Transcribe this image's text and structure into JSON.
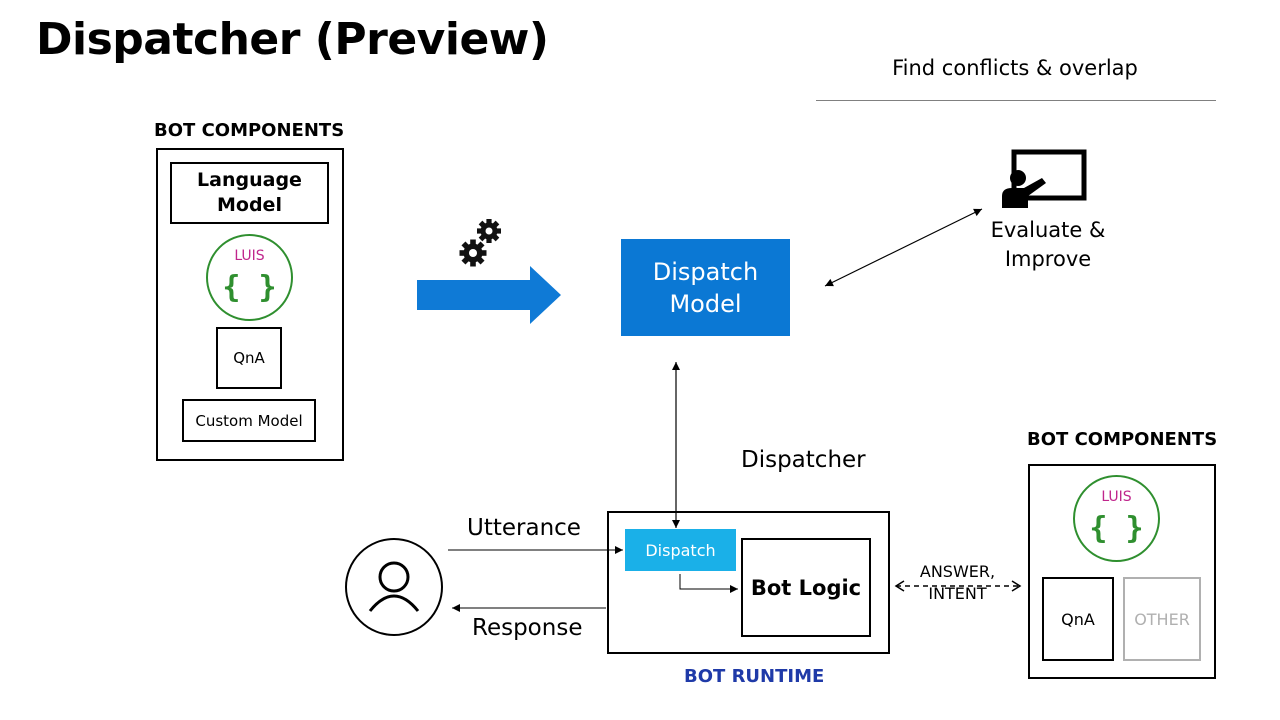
{
  "slide": {
    "title": "Dispatcher (Preview)",
    "find_conflicts": "Find conflicts & overlap"
  },
  "left_components": {
    "heading": "BOT COMPONENTS",
    "language_model": "Language\nModel",
    "luis_label": "LUIS",
    "luis_symbol": "{ }",
    "qna": "QnA",
    "custom_model": "Custom Model"
  },
  "dispatch_model": {
    "label": "Dispatch\nModel"
  },
  "evaluate": {
    "label": "Evaluate &\nImprove"
  },
  "runtime": {
    "dispatcher_label": "Dispatcher",
    "dispatch_label": "Dispatch",
    "bot_logic": "Bot Logic",
    "caption": "BOT RUNTIME",
    "utterance": "Utterance",
    "response": "Response",
    "answer_intent": "ANSWER,\nINTENT"
  },
  "right_components": {
    "heading": "BOT COMPONENTS",
    "luis_label": "LUIS",
    "luis_symbol": "{ }",
    "qna": "QnA",
    "other": "OTHER"
  },
  "colors": {
    "dispatch_blue": "#0b78d4",
    "dispatch_light": "#1ab0e8",
    "arrow_blue": "#0f7ad6",
    "luis_green": "#2f8f2f",
    "luis_magenta": "#c0268c",
    "runtime_blue": "#1f3aa8",
    "other_gray": "#b0b0b0"
  },
  "icons": [
    "gears-icon",
    "presenter-icon",
    "user-icon"
  ]
}
